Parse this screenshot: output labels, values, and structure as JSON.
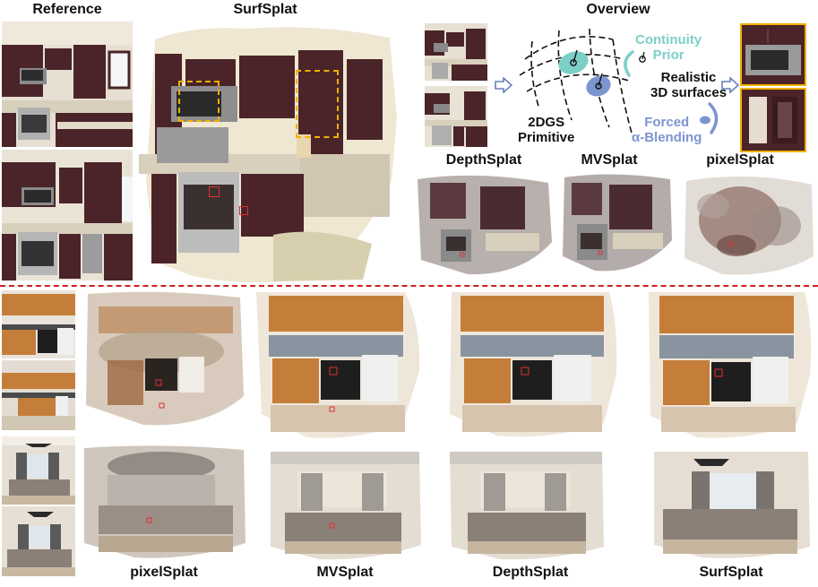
{
  "labels": {
    "reference": "Reference",
    "surfsplat_top": "SurfSplat",
    "overview": "Overview",
    "depthsplat_top": "DepthSplat",
    "mvsplat_top": "MVSplat",
    "pixelsplat_top": "pixelSplat",
    "pixelsplat_bottom": "pixelSplat",
    "mvsplat_bottom": "MVSplat",
    "depthsplat_bottom": "DepthSplat",
    "surfsplat_bottom": "SurfSplat"
  },
  "overview": {
    "continuity_prior": [
      "Continuity",
      "Prior"
    ],
    "realistic": [
      "Realistic",
      "3D surfaces"
    ],
    "primitive": [
      "2DGS",
      "Primitive"
    ],
    "forced": [
      "Forced",
      "α-Blending"
    ],
    "colors": {
      "teal": "#7ccfc7",
      "blue": "#7d95cf",
      "arrow": "#6680b8"
    }
  },
  "colors": {
    "cabinet": "#4a2428",
    "granite": "#d8d0bc",
    "wood": "#c47e3a",
    "wall": "#e8e4dc",
    "sofa": "#8a8078",
    "highlight_yellow": "#f0b000",
    "highlight_red": "#e03030"
  }
}
